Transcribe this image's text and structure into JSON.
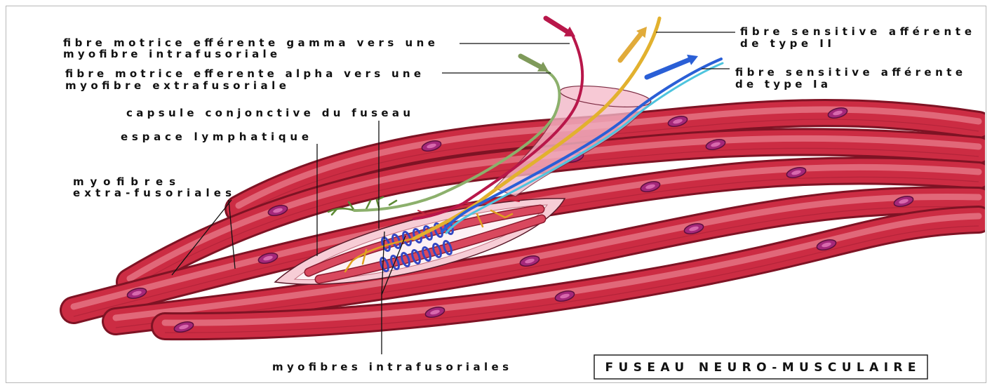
{
  "labels": {
    "gamma_motor_fiber": {
      "line1": "fibre motrice efférente gamma vers une",
      "line2": "myofibre intrafusoriale"
    },
    "alpha_motor_fiber": {
      "line1": "fibre motrice efferente alpha vers une",
      "line2": "myofibre extrafusoriale"
    },
    "capsule": "capsule conjonctive du fuseau",
    "lymphatic_space": "espace lymphatique",
    "extrafusal_fibers": {
      "line1": "myofibres",
      "line2": "extra-fusoriales"
    },
    "sensory_type_II": {
      "line1": "fibre sensitive afférente",
      "line2": "de type II"
    },
    "sensory_type_Ia": {
      "line1": "fibre sensitive afférente",
      "line2": "de type Ia"
    },
    "intrafusal_fibers": "myofibres intrafusoriales"
  },
  "title": "FUSEAU NEURO-MUSCULAIRE",
  "colors": {
    "muscle": "#cc2c43",
    "muscle_outline": "#7e1324",
    "muscle_highlight": "#f29aa6",
    "nucleus": "#a4287a",
    "capsule": "#f7cdd6",
    "gamma_fiber": "#b8174a",
    "alpha_fiber": "#8cb06c",
    "type_II_fiber": "#e2b12e",
    "type_Ia_fiber": "#2a5fd6",
    "annulospiral": "#3347c4"
  }
}
